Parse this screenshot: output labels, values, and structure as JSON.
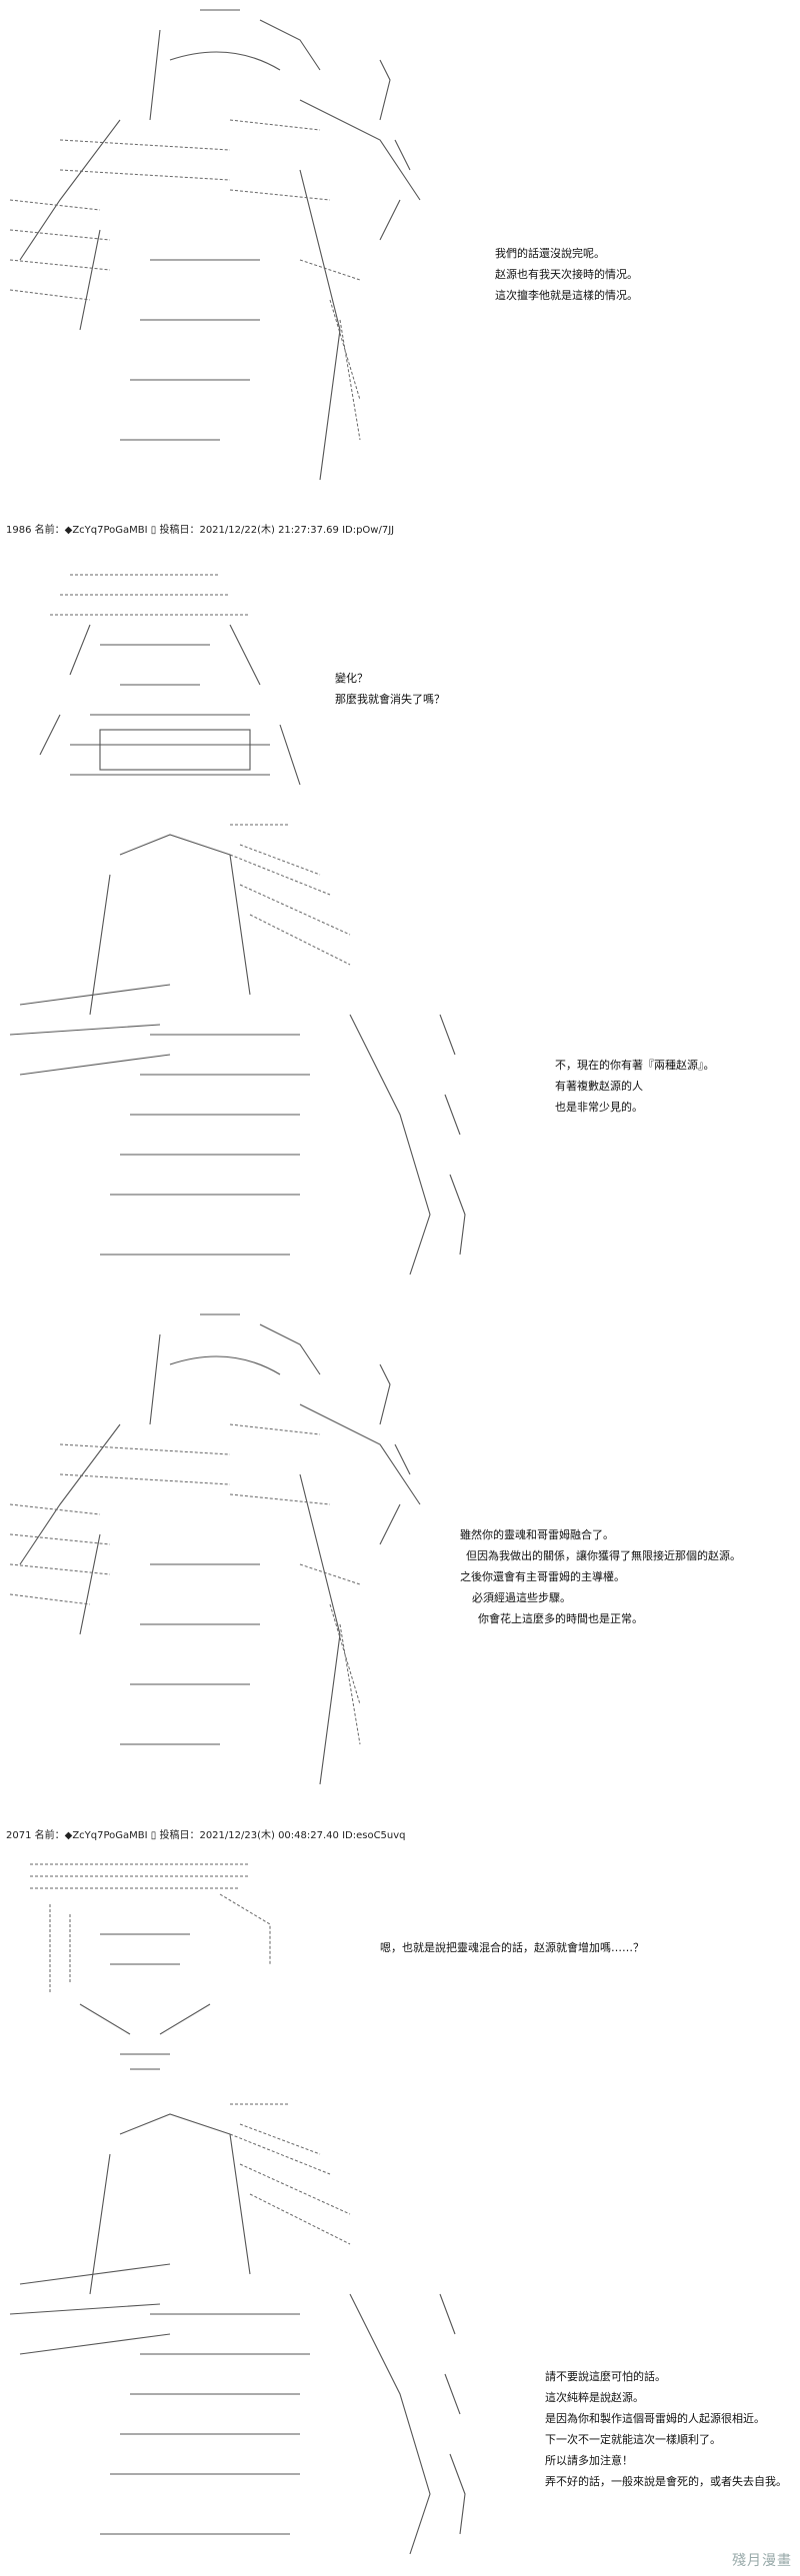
{
  "panels": [
    {
      "lines": [
        "我們的話還沒說完呢。",
        "赵源也有我天次接時的情况。",
        "這次擅李他就是這樣的情况。"
      ]
    },
    {
      "lines": [
        "變化？",
        "那麼我就會消失了嗎？"
      ]
    },
    {
      "lines": [
        "不，現在的你有著『兩種赵源』。",
        "有著複數赵源的人",
        "也是非常少見的。"
      ]
    },
    {
      "lines": [
        "雖然你的靈魂和哥雷姆融合了。",
        "但因為我做出的關係，讓你獲得了無限接近那個的赵源。",
        "之後你還會有主哥雷姆的主導權。",
        "必須經過這些步驟。",
        "你會花上這麼多的時間也是正常。"
      ]
    },
    {
      "lines": [
        "嗯，也就是說把靈魂混合的話，赵源就會增加嗎……？"
      ]
    },
    {
      "lines": [
        "請不要說這麼可怕的話。",
        "這次純粹是說赵源。",
        "是因為你和製作這個哥雷姆的人起源很相近。",
        "下一次不一定就能這次一樣順利了。",
        "所以請多加注意！",
        "弄不好的話，一般來說是會死的，或者失去自我。"
      ]
    }
  ],
  "post_headers": [
    "1986 名前：◆ZcYq7PoGaMBI ▯ 投稿日：2021/12/22(木) 21:27:37.69 ID:pOw/7JJ",
    "2071 名前：◆ZcYq7PoGaMBI ▯ 投稿日：2021/12/23(木) 00:48:27.40 ID:esoC5uvq"
  ],
  "watermark": "殘月漫畫"
}
